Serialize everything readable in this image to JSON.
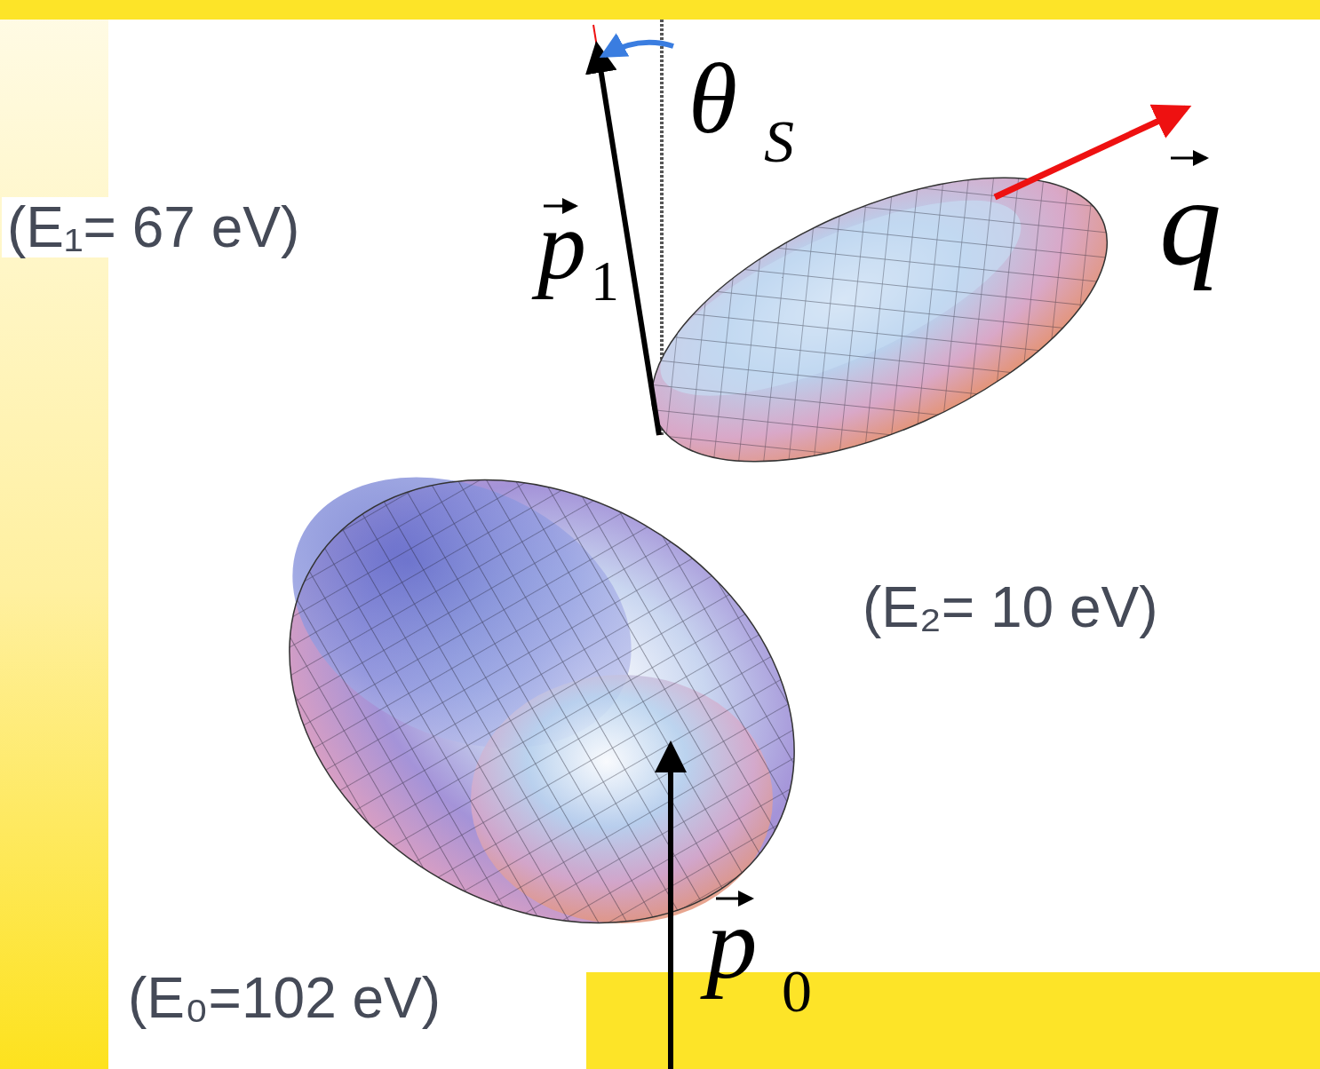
{
  "diagram": {
    "labels": [
      "θ",
      "S",
      "p",
      "1",
      "(E₁= 67 eV)",
      "q",
      "(E₂= 10 eV)",
      "(E₀=102 eV)",
      "p",
      "0"
    ]
  }
}
